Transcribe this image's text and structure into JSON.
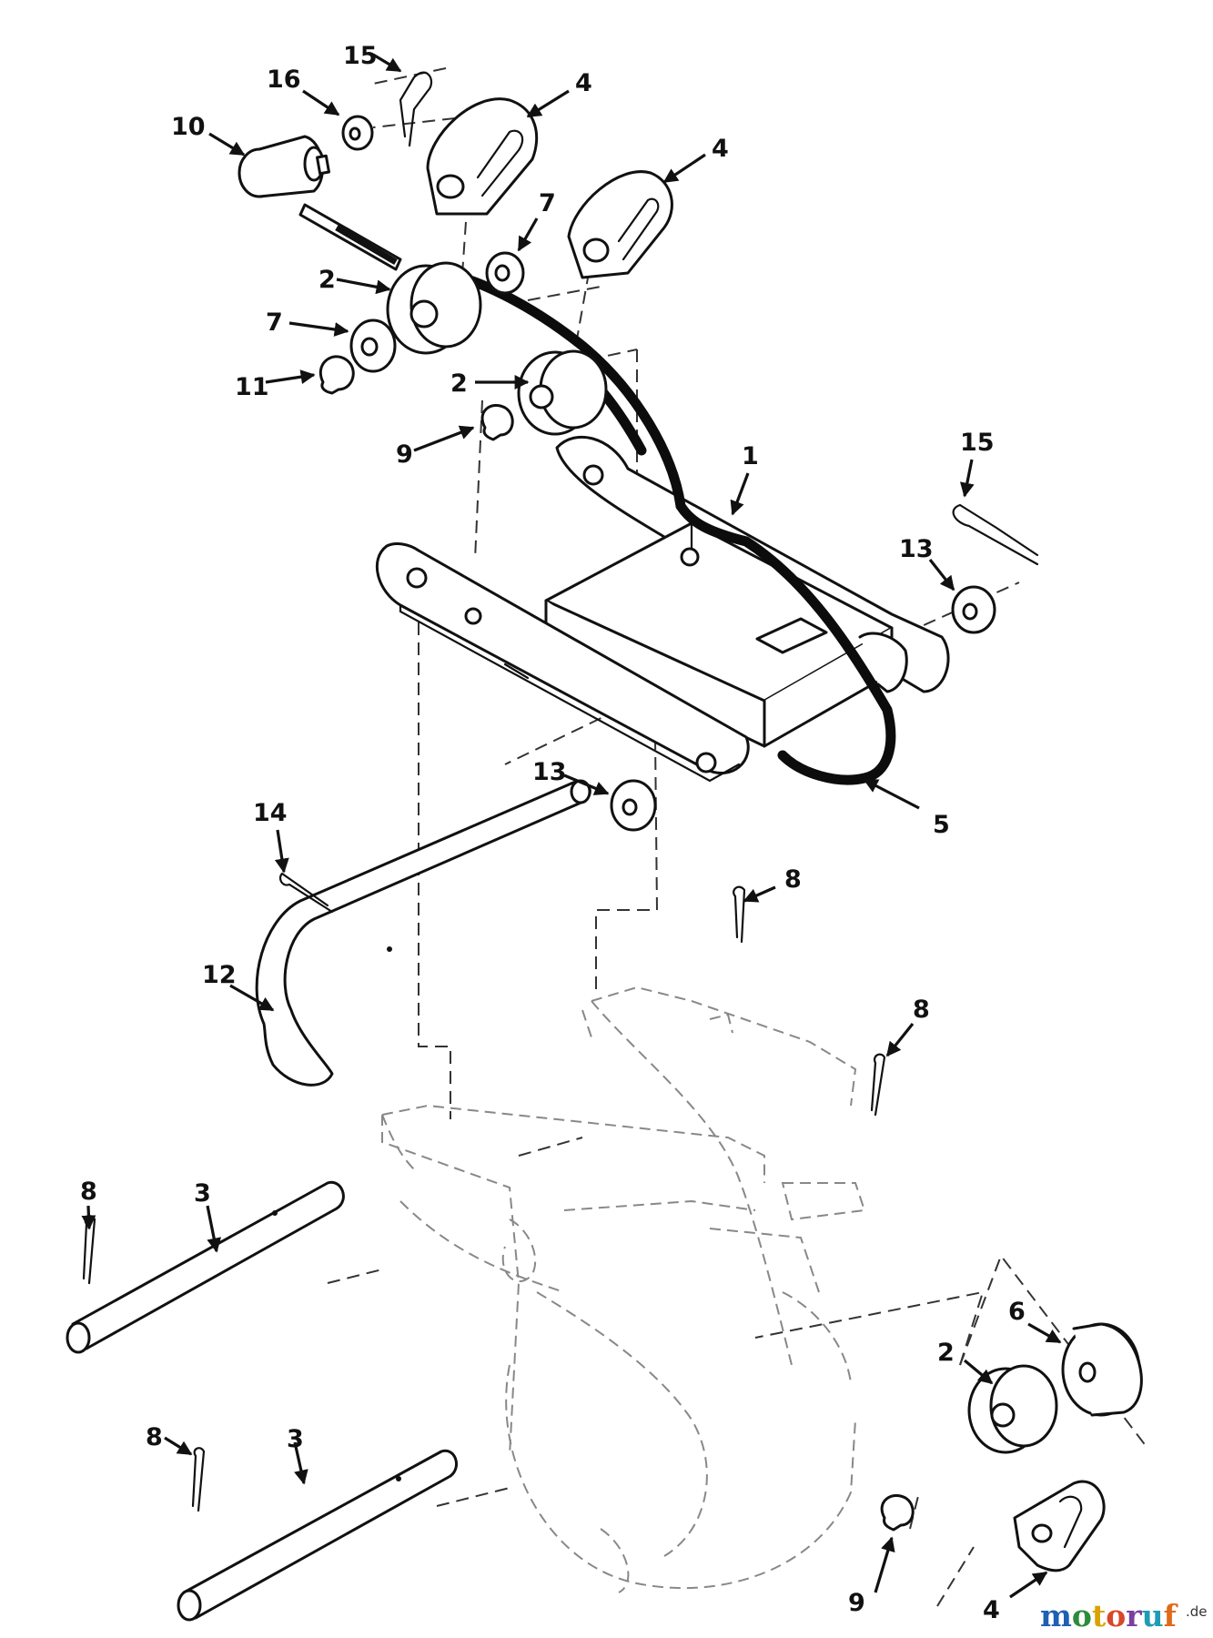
{
  "callouts": {
    "c1": "1",
    "c2a": "2",
    "c2b": "2",
    "c2c": "2",
    "c3a": "3",
    "c3b": "3",
    "c4a": "4",
    "c4b": "4",
    "c4c": "4",
    "c5": "5",
    "c6": "6",
    "c7a": "7",
    "c7b": "7",
    "c8a": "8",
    "c8b": "8",
    "c8c": "8",
    "c8d": "8",
    "c9a": "9",
    "c9b": "9",
    "c10": "10",
    "c11": "11",
    "c12": "12",
    "c13a": "13",
    "c13b": "13",
    "c14": "14",
    "c15a": "15",
    "c15b": "15",
    "c16": "16"
  },
  "watermark": {
    "letters": [
      "m",
      "o",
      "t",
      "o",
      "r",
      "u",
      "f"
    ],
    "letter_colors": [
      "#1f5fb4",
      "#2e8b3a",
      "#d9a300",
      "#d9472b",
      "#7a3fa0",
      "#1f9bb4",
      "#e06a1a"
    ],
    "tld": ".de"
  }
}
